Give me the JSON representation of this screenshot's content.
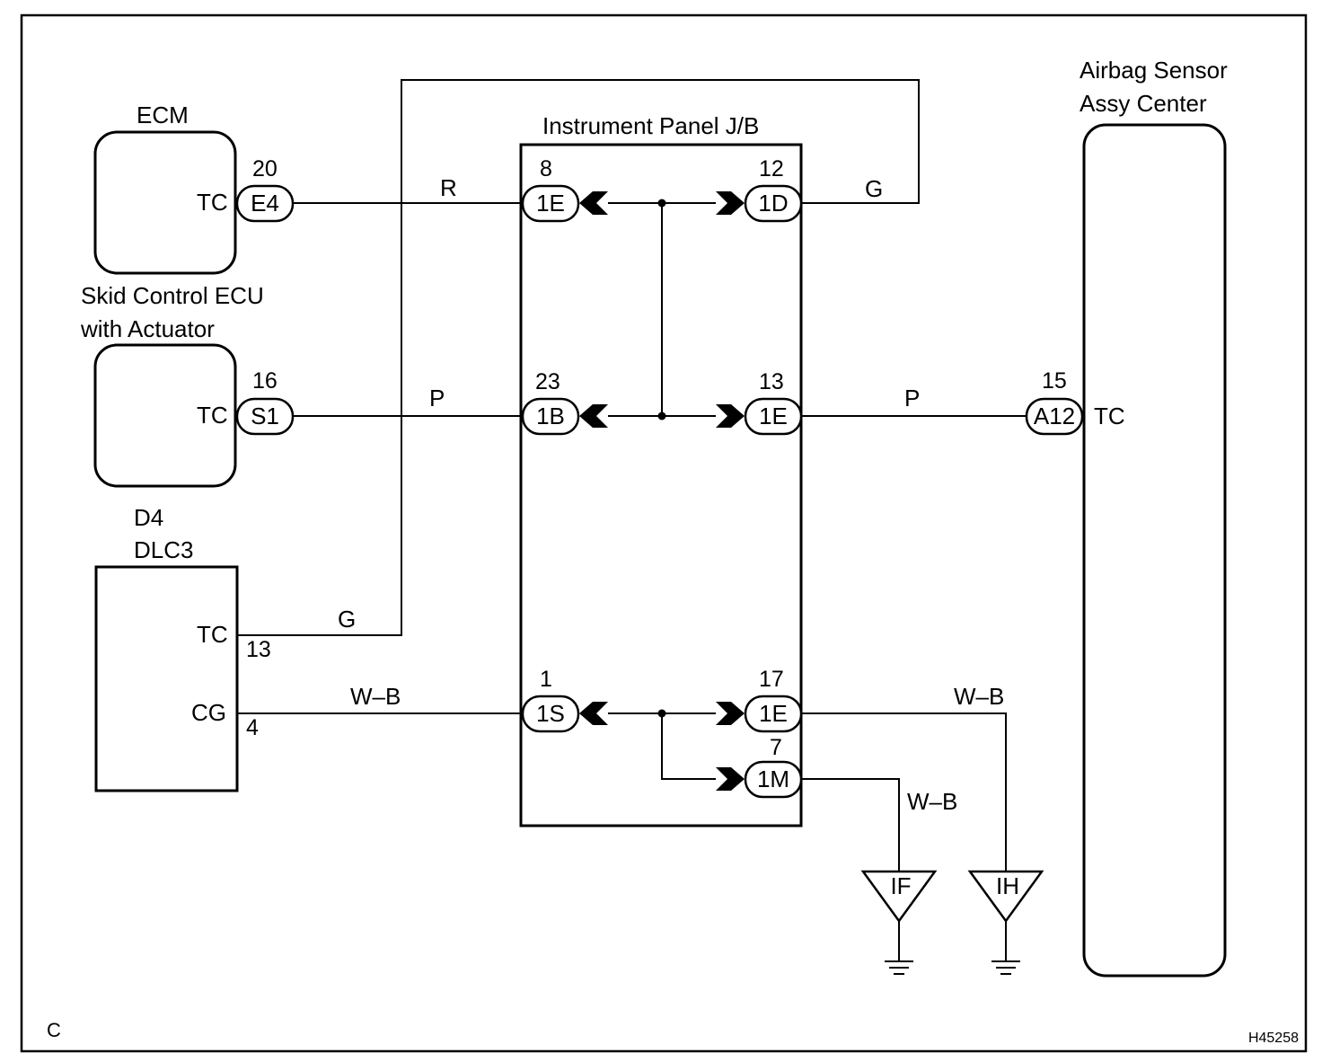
{
  "components": {
    "ecm": {
      "title": "ECM",
      "terminal": "TC",
      "connector": "E4",
      "pin": "20"
    },
    "skid": {
      "title_line1": "Skid Control ECU",
      "title_line2": "with Actuator",
      "terminal": "TC",
      "connector": "S1",
      "pin": "16"
    },
    "dlc3": {
      "title_line1": "D4",
      "title_line2": "DLC3",
      "terminal_tc": "TC",
      "pin_tc": "13",
      "terminal_cg": "CG",
      "pin_cg": "4"
    },
    "jb": {
      "title": "Instrument Panel J/B"
    },
    "airbag": {
      "title_line1": "Airbag Sensor",
      "title_line2": "Assy Center",
      "terminal": "TC",
      "connector": "A12",
      "pin": "15"
    }
  },
  "jb_connectors": {
    "left_top": {
      "connector": "1E",
      "pin": "8"
    },
    "left_mid": {
      "connector": "1B",
      "pin": "23"
    },
    "left_bot": {
      "connector": "1S",
      "pin": "1"
    },
    "right_top": {
      "connector": "1D",
      "pin": "12"
    },
    "right_mid": {
      "connector": "1E",
      "pin": "13"
    },
    "right_bot": {
      "connector": "1E",
      "pin": "17"
    },
    "right_m": {
      "connector": "1M",
      "pin": "7"
    }
  },
  "wires": {
    "ecm_to_jb": "R",
    "skid_to_jb": "P",
    "dlc_tc": "G",
    "jb_to_top_loop": "G",
    "jb_to_airbag": "P",
    "dlc_cg": "W–B",
    "ground_ih": "W–B",
    "ground_if": "W–B"
  },
  "grounds": {
    "if_label": "IF",
    "ih_label": "IH"
  },
  "corner_left": "C",
  "figure_code": "H45258"
}
